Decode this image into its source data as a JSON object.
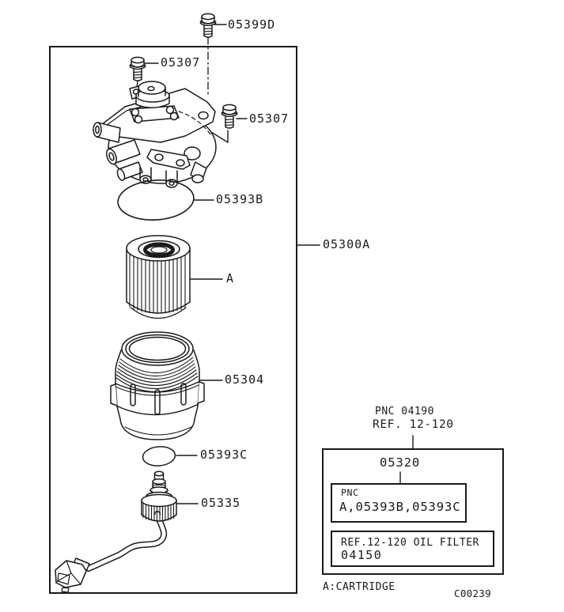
{
  "diagram": {
    "part_labels": {
      "top_bolt": "05399D",
      "bolt_upper": "05307",
      "bolt_side": "05307",
      "oring_large": "05393B",
      "assembly": "05300A",
      "cartridge": "A",
      "bowl": "05304",
      "oring_small": "05393C",
      "drain_plug": "05335"
    },
    "info_panel": {
      "note_line1": "PNC 04190",
      "note_line2": "REF. 12-120",
      "group_number": "05320",
      "pnc_box_label": "PNC",
      "pnc_box_values": "A,05393B,05393C",
      "ref_box_line1": "REF.12-120 OIL FILTER",
      "ref_box_line2": "04150"
    },
    "footer": {
      "legend": "A:CARTRIDGE",
      "figure_code": "C00239"
    },
    "colors": {
      "line": "#1a1a1a",
      "background": "#ffffff"
    }
  }
}
